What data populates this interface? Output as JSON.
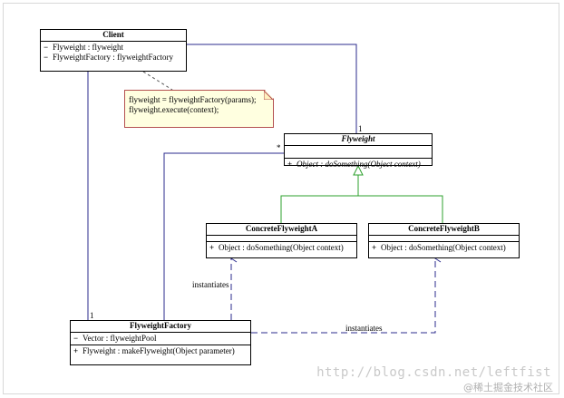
{
  "classes": {
    "client": {
      "name": "Client",
      "attributes": [
        {
          "vis": "−",
          "text": "Flyweight : flyweight"
        },
        {
          "vis": "−",
          "text": "FlyweightFactory : flyweightFactory"
        }
      ]
    },
    "flyweight": {
      "name": "Flyweight",
      "operations": [
        {
          "vis": "+",
          "text": "Object : doSomething(Object context)"
        }
      ]
    },
    "concreteA": {
      "name": "ConcreteFlyweightA",
      "operations": [
        {
          "vis": "+",
          "text": "Object : doSomething(Object context)"
        }
      ]
    },
    "concreteB": {
      "name": "ConcreteFlyweightB",
      "operations": [
        {
          "vis": "+",
          "text": "Object : doSomething(Object context)"
        }
      ]
    },
    "factory": {
      "name": "FlyweightFactory",
      "attributes": [
        {
          "vis": "−",
          "text": "Vector : flyweightPool"
        }
      ],
      "operations": [
        {
          "vis": "+",
          "text": "Flyweight : makeFlyweight(Object parameter)"
        }
      ]
    }
  },
  "note": {
    "lines": [
      "flyweight = flyweightFactory(params);",
      "flyweight.execute(context);"
    ]
  },
  "labels": {
    "mult_client_flyweight": "1",
    "mult_factory_flyweight": "*",
    "mult_factory_client": "1",
    "instantiates_a": "instantiates",
    "instantiates_b": "instantiates"
  },
  "colors": {
    "association": "#2b2b8c",
    "generalization": "#2ca02c",
    "note_border": "#b45050",
    "note_fill": "#ffffe0"
  },
  "watermark": {
    "url": "http://blog.csdn.net/leftfist",
    "site": "@稀土掘金技术社区"
  }
}
